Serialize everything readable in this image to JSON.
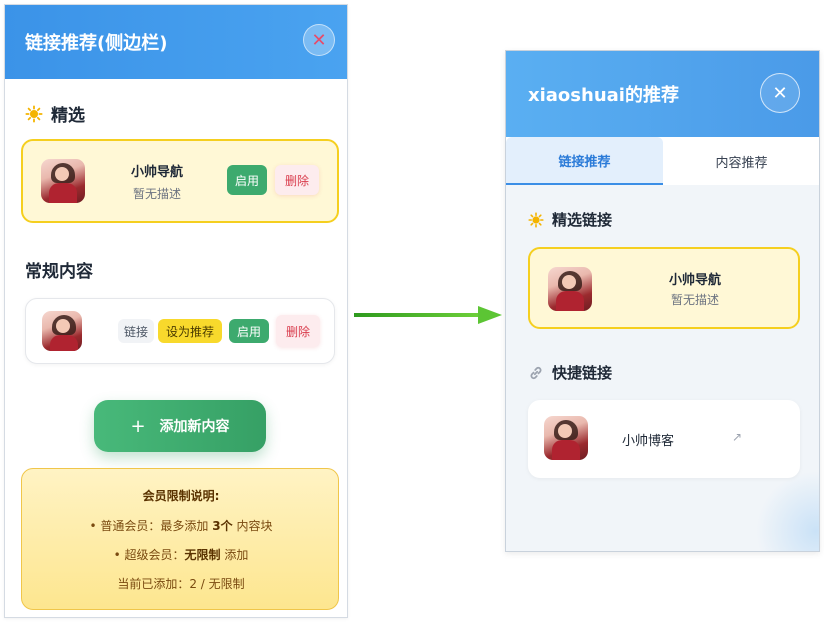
{
  "left_panel": {
    "title": "链接推荐(侧边栏)",
    "close_symbol": "✕",
    "featured_section_title": "精选",
    "featured_item": {
      "name": "小帅导航",
      "description": "暂无描述",
      "enable_label": "启用",
      "delete_label": "删除"
    },
    "regular_section_title": "常规内容",
    "regular_item": {
      "type_label": "链接",
      "recommend_label": "设为推荐",
      "enable_label": "启用",
      "delete_label": "删除"
    },
    "add_button": {
      "icon": "+",
      "label": "添加新内容"
    },
    "notice": {
      "title": "会员限制说明:",
      "line1_prefix": "• 普通会员：最多添加",
      "line1_bold": "3个",
      "line1_suffix": "内容块",
      "line2_prefix": "• 超级会员：",
      "line2_bold": "无限制",
      "line2_suffix": "添加",
      "current": "当前已添加：2 / 无限制"
    }
  },
  "right_panel": {
    "title": "xiaoshuai的推荐",
    "close_symbol": "✕",
    "tabs": [
      {
        "label": "链接推荐",
        "active": true
      },
      {
        "label": "内容推荐",
        "active": false
      }
    ],
    "featured_section_title": "精选链接",
    "featured_item": {
      "name": "小帅导航",
      "description": "暂无描述"
    },
    "quick_section_title": "快捷链接",
    "quick_item": {
      "name": "小帅博客",
      "open_symbol": "↗"
    }
  },
  "icons": {
    "sun": "sun-icon",
    "link": "link-icon",
    "close": "close-icon",
    "arrow": "arrow-right-icon"
  },
  "colors": {
    "header_blue": "#3b93e8",
    "featured_border": "#f5cf1f",
    "green": "#3daa6e",
    "arrow_green": "#3fb52c"
  }
}
